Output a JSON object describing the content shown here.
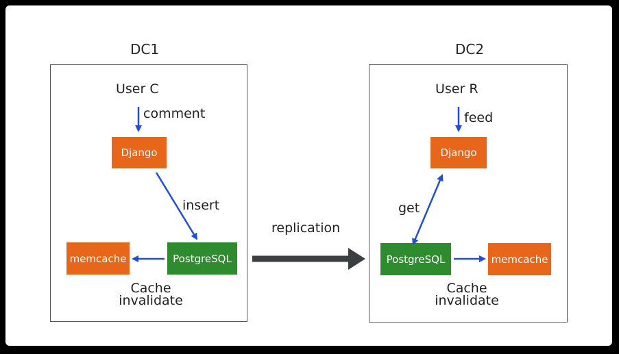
{
  "colors": {
    "node_orange": "#e8661a",
    "node_green": "#2e8b2e",
    "arrow_blue": "#1f4fd6",
    "replication_arrow": "#3a3f42"
  },
  "dc1": {
    "title": "DC1",
    "user": "User C",
    "request_label": "comment",
    "app_node": "Django",
    "db_edge_label": "insert",
    "db_node": "PostgreSQL",
    "cache_node": "memcache",
    "cache_caption_line1": "Cache",
    "cache_caption_line2": "invalidate"
  },
  "dc2": {
    "title": "DC2",
    "user": "User R",
    "request_label": "feed",
    "app_node": "Django",
    "db_edge_label": "get",
    "db_node": "PostgreSQL",
    "cache_node": "memcache",
    "cache_caption_line1": "Cache",
    "cache_caption_line2": "invalidate"
  },
  "replication": {
    "label": "replication"
  }
}
